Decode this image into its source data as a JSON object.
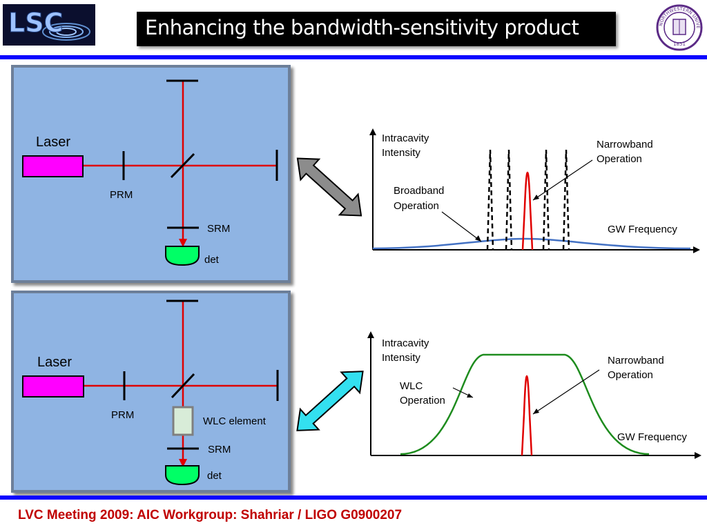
{
  "header": {
    "title": "Enhancing the bandwidth-sensitivity product",
    "left_logo_text": "LSC",
    "right_seal_text": "NORTHWESTERN UNIVERSITY",
    "right_seal_year": "1851"
  },
  "diagram_top": {
    "laser": "Laser",
    "prm": "PRM",
    "srm": "SRM",
    "det": "det"
  },
  "diagram_bottom": {
    "laser": "Laser",
    "prm": "PRM",
    "wlc": "WLC element",
    "srm": "SRM",
    "det": "det"
  },
  "graph_top": {
    "ylabel_line1": "Intracavity",
    "ylabel_line2": "Intensity",
    "xlabel": "GW Frequency",
    "narrow_line1": "Narrowband",
    "narrow_line2": "Operation",
    "broad_line1": "Broadband",
    "broad_line2": "Operation"
  },
  "graph_bottom": {
    "ylabel_line1": "Intracavity",
    "ylabel_line2": "Intensity",
    "xlabel": "GW Frequency",
    "narrow_line1": "Narrowband",
    "narrow_line2": "Operation",
    "wlc_line1": "WLC",
    "wlc_line2": "Operation"
  },
  "colors": {
    "beam": "#e00000",
    "laser": "#ff00ff",
    "detector": "#00ff66",
    "broadband_curve": "#4472c4",
    "wlc_curve": "#1e8c1e",
    "arrow_top": "#8c8c8c",
    "arrow_bottom": "#33e0f0",
    "rule": "#0a00ff",
    "footer": "#c00000"
  },
  "footer": {
    "text": "LVC  Meeting 2009:  AIC Workgroup:  Shahriar / LIGO G0900207"
  }
}
